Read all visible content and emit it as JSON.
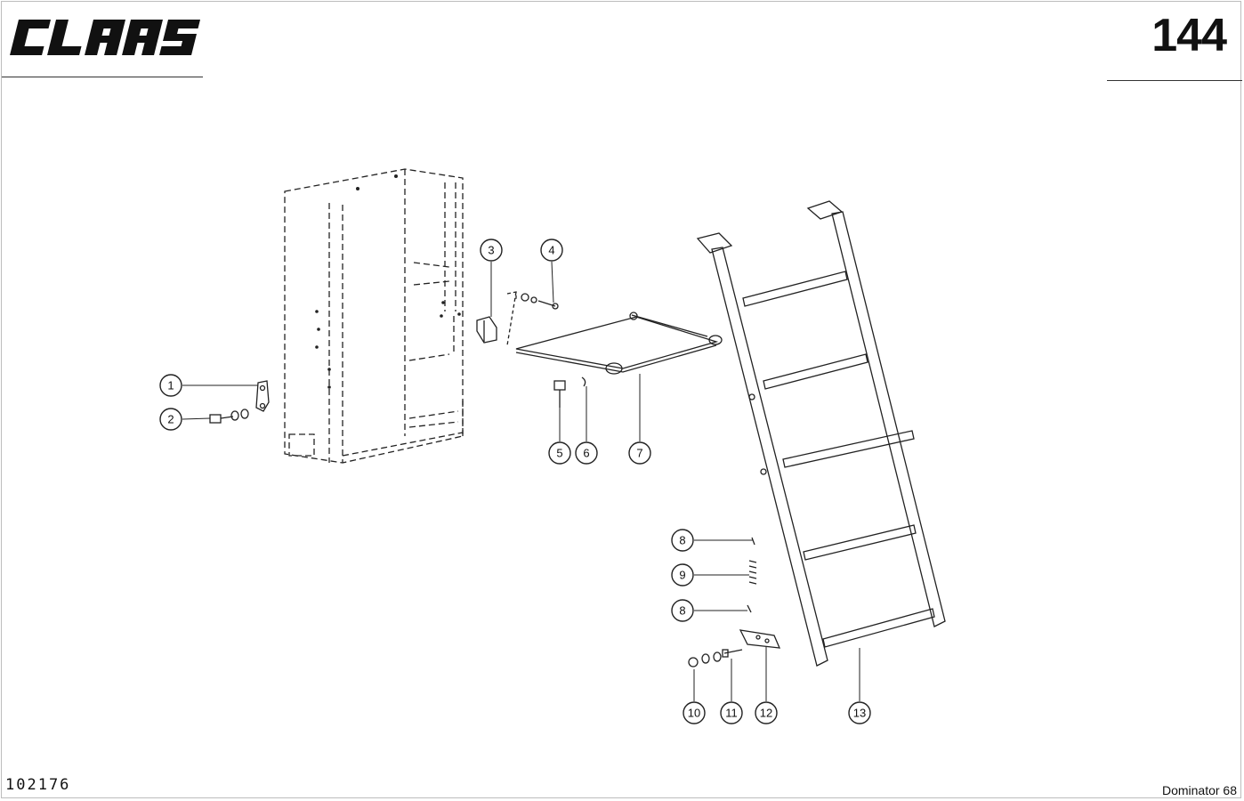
{
  "header": {
    "brand_logo_text": "CLAAS",
    "page_number": "144"
  },
  "footer": {
    "document_number": "102176",
    "model_name": "Dominator 68"
  },
  "callouts": [
    {
      "id": "c1",
      "label": "1"
    },
    {
      "id": "c2",
      "label": "2"
    },
    {
      "id": "c3",
      "label": "3"
    },
    {
      "id": "c4",
      "label": "4"
    },
    {
      "id": "c5",
      "label": "5"
    },
    {
      "id": "c6",
      "label": "6"
    },
    {
      "id": "c7",
      "label": "7"
    },
    {
      "id": "c8a",
      "label": "8"
    },
    {
      "id": "c9",
      "label": "9"
    },
    {
      "id": "c8b",
      "label": "8"
    },
    {
      "id": "c10",
      "label": "10"
    },
    {
      "id": "c11",
      "label": "11"
    },
    {
      "id": "c12",
      "label": "12"
    },
    {
      "id": "c13",
      "label": "13"
    }
  ]
}
